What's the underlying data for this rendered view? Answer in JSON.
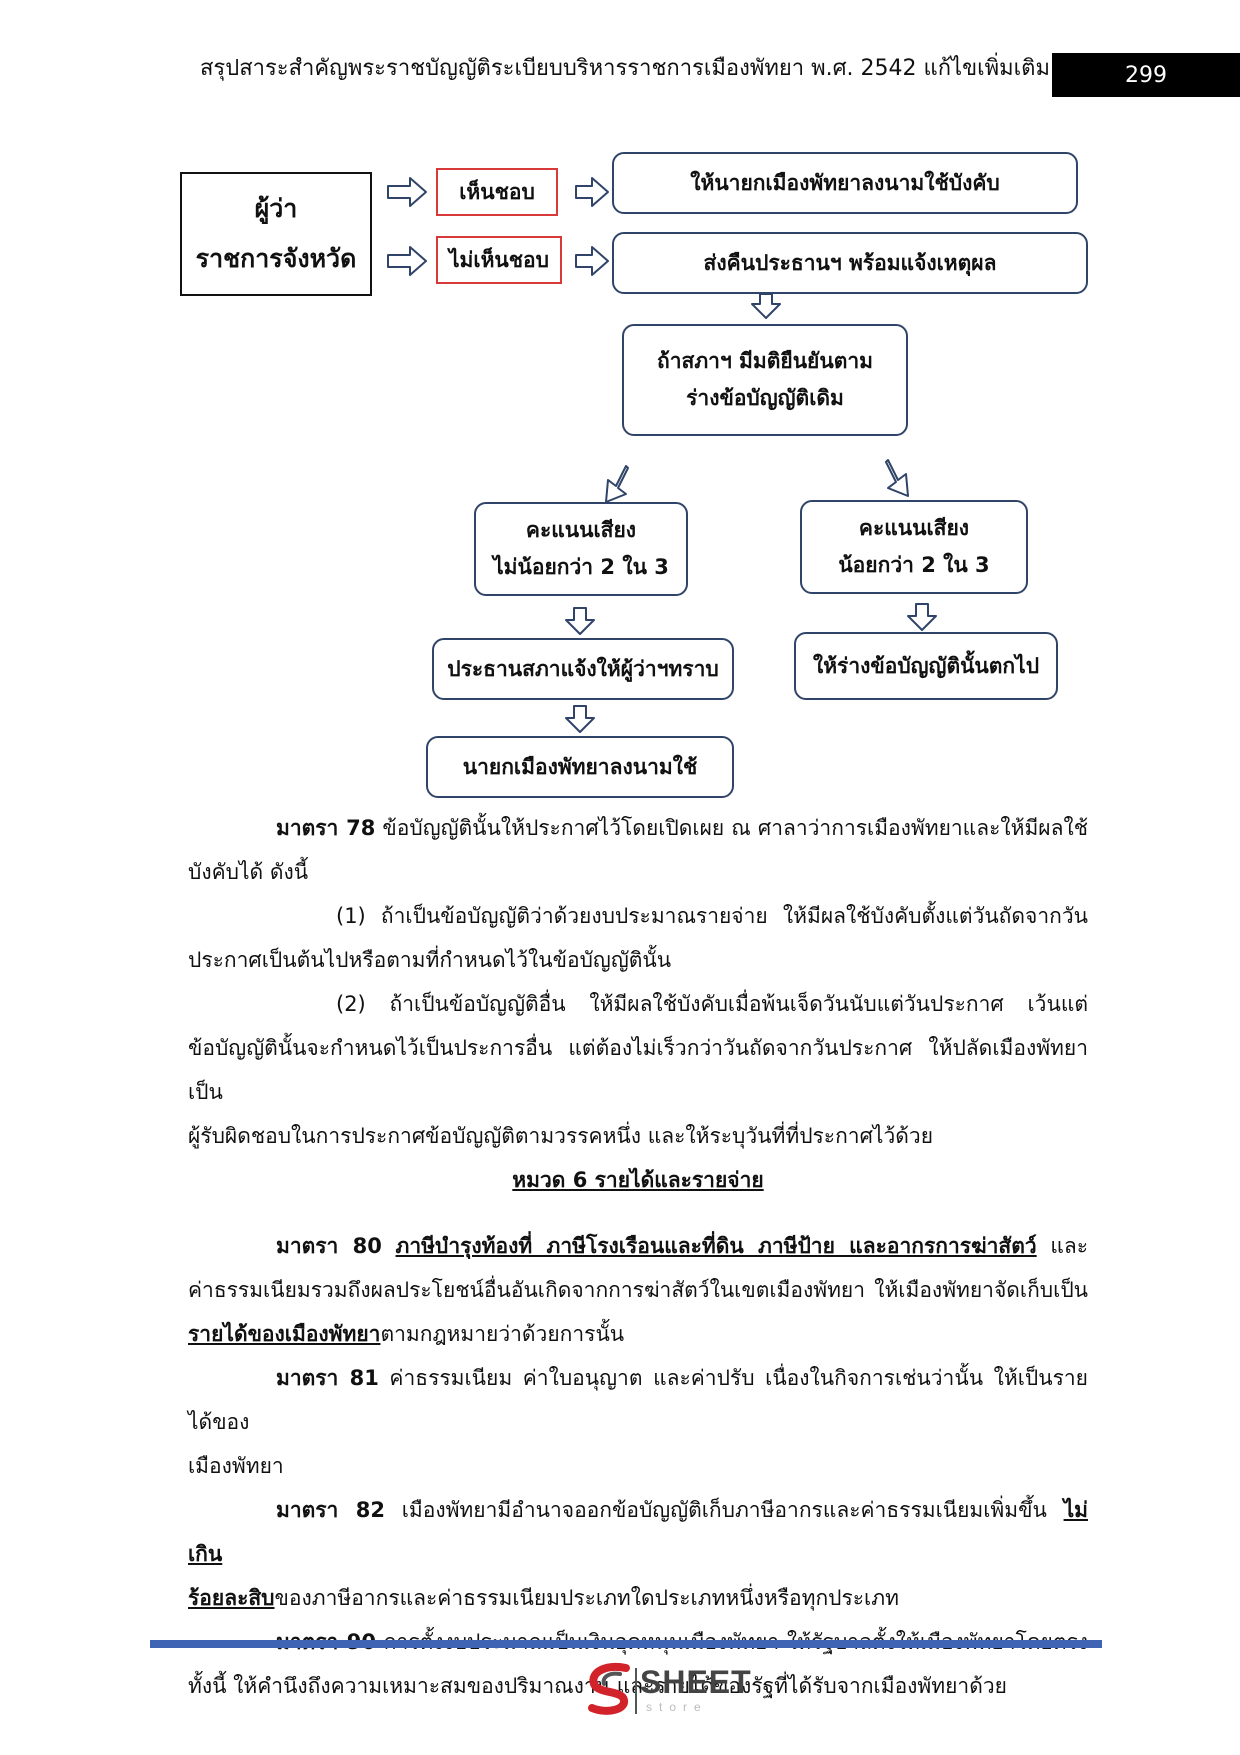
{
  "header": {
    "title": "สรุปสาระสำคัญพระราชบัญญัติระเบียบบริหารราชการเมืองพัทยา พ.ศ. 2542 แก้ไขเพิ่มเติม",
    "page_number": "299"
  },
  "flowchart": {
    "governor": [
      "ผู้ว่า",
      "ราชการจังหวัด"
    ],
    "approve": "เห็นชอบ",
    "disapprove": "ไม่เห็นชอบ",
    "approve_result": "ให้นายกเมืองพัทยาลงนามใช้บังคับ",
    "disapprove_result": "ส่งคืนประธานฯ พร้อมแจ้งเหตุผล",
    "council_confirm": [
      "ถ้าสภาฯ มีมติยืนยันตาม",
      "ร่างข้อบัญญัติเดิม"
    ],
    "votes_enough": [
      "คะแนนเสียง",
      "ไม่น้อยกว่า 2 ใน 3"
    ],
    "votes_less": [
      "คะแนนเสียง",
      "น้อยกว่า 2 ใน 3"
    ],
    "chairman_notifies": "ประธานสภาแจ้งให้ผู้ว่าฯทราบ",
    "draft_lapses": "ให้ร่างข้อบัญญัตินั้นตกไป",
    "mayor_signs": "นายกเมืองพัทยาลงนามใช้"
  },
  "body": {
    "s78_label": "มาตรา 78",
    "s78_text": " ข้อบัญญัตินั้นให้ประกาศไว้โดยเปิดเผย ณ ศาลาว่าการเมืองพัทยาและให้มีผลใช้",
    "s78_text2": "บังคับได้ ดังนี้",
    "item1_a": "(1) ถ้าเป็นข้อบัญญัติว่าด้วยงบประมาณรายจ่าย ให้มีผลใช้บังคับตั้งแต่วันถัดจากวัน",
    "item1_b": "ประกาศเป็นต้นไปหรือตามที่กำหนดไว้ในข้อบัญญัตินั้น",
    "item2_a": "(2) ถ้าเป็นข้อบัญญัติอื่น ให้มีผลใช้บังคับเมื่อพ้นเจ็ดวันนับแต่วันประกาศ เว้นแต่",
    "item2_b": "ข้อบัญญัตินั้นจะกำหนดไว้เป็นประการอื่น แต่ต้องไม่เร็วกว่าวันถัดจากวันประกาศ ให้ปลัดเมืองพัทยาเป็น",
    "item2_c": "ผู้รับผิดชอบในการประกาศข้อบัญญัติตามวรรคหนึ่ง และให้ระบุวันที่ที่ประกาศไว้ด้วย",
    "section_heading": "หมวด 6 รายได้และรายจ่าย",
    "s80_label": "มาตรา 80",
    "s80_u1": "ภาษีบำรุงท้องที่ ภาษีโรงเรือนและที่ดิน ภาษีป้าย และอากรการฆ่าสัตว์",
    "s80_text1": " และ",
    "s80_text2": "ค่าธรรมเนียมรวมถึงผลประโยชน์อื่นอันเกิดจากการฆ่าสัตว์ในเขตเมืองพัทยา ให้เมืองพัทยาจัดเก็บเป็น",
    "s80_u2": "รายได้ของเมืองพัทยา",
    "s80_text3": "ตามกฎหมายว่าด้วยการนั้น",
    "s81_label": "มาตรา 81",
    "s81_text": " ค่าธรรมเนียม ค่าใบอนุญาต และค่าปรับ เนื่องในกิจการเช่นว่านั้น ให้เป็นรายได้ของ",
    "s81_text2": "เมืองพัทยา",
    "s82_label": "มาตรา 82",
    "s82_text": " เมืองพัทยามีอำนาจออกข้อบัญญัติเก็บภาษีอากรและค่าธรรมเนียมเพิ่มขึ้น ",
    "s82_u1": "ไม่เกิน",
    "s82_u2": "ร้อยละสิบ",
    "s82_text2": "ของภาษีอากรและค่าธรรมเนียมประเภทใดประเภทหนึ่งหรือทุกประเภท",
    "s90_label": "มาตรา 90",
    "s90_text": " การตั้งงบประมาณเป็นเงินอุดหนุนเมืองพัทยา ให้รัฐบาลตั้งให้เมืองพัทยาโดยตรง",
    "s90_text2": "ทั้งนี้ ให้คำนึงถึงความเหมาะสมของปริมาณงาน และรายได้ของรัฐที่ได้รับจากเมืองพัทยาด้วย"
  },
  "footer": {
    "logo_word": "SHEET",
    "logo_sub": "store"
  }
}
